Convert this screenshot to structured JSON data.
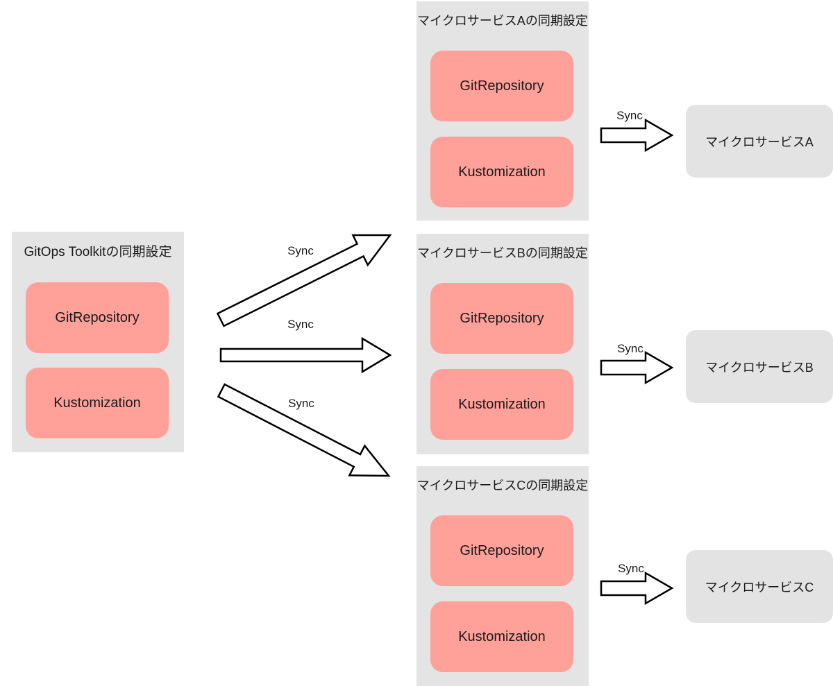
{
  "labels": {
    "sync": "Sync"
  },
  "colors": {
    "group_bg": "#E4E4E4",
    "node_bg": "#FFA099",
    "target_bg": "#E3E3E3",
    "arrow_fill": "#FFFFFF",
    "arrow_stroke": "#000000",
    "text": "#1A1A1A"
  },
  "left_group": {
    "title": "GitOps Toolkitの同期設定",
    "nodes": [
      "GitRepository",
      "Kustomization"
    ]
  },
  "service_groups": [
    {
      "id": "A",
      "title": "マイクロサービスAの同期設定",
      "nodes": [
        "GitRepository",
        "Kustomization"
      ],
      "target": "マイクロサービスA"
    },
    {
      "id": "B",
      "title": "マイクロサービスBの同期設定",
      "nodes": [
        "GitRepository",
        "Kustomization"
      ],
      "target": "マイクロサービスB"
    },
    {
      "id": "C",
      "title": "マイクロサービスCの同期設定",
      "nodes": [
        "GitRepository",
        "Kustomization"
      ],
      "target": "マイクロサービスC"
    }
  ]
}
